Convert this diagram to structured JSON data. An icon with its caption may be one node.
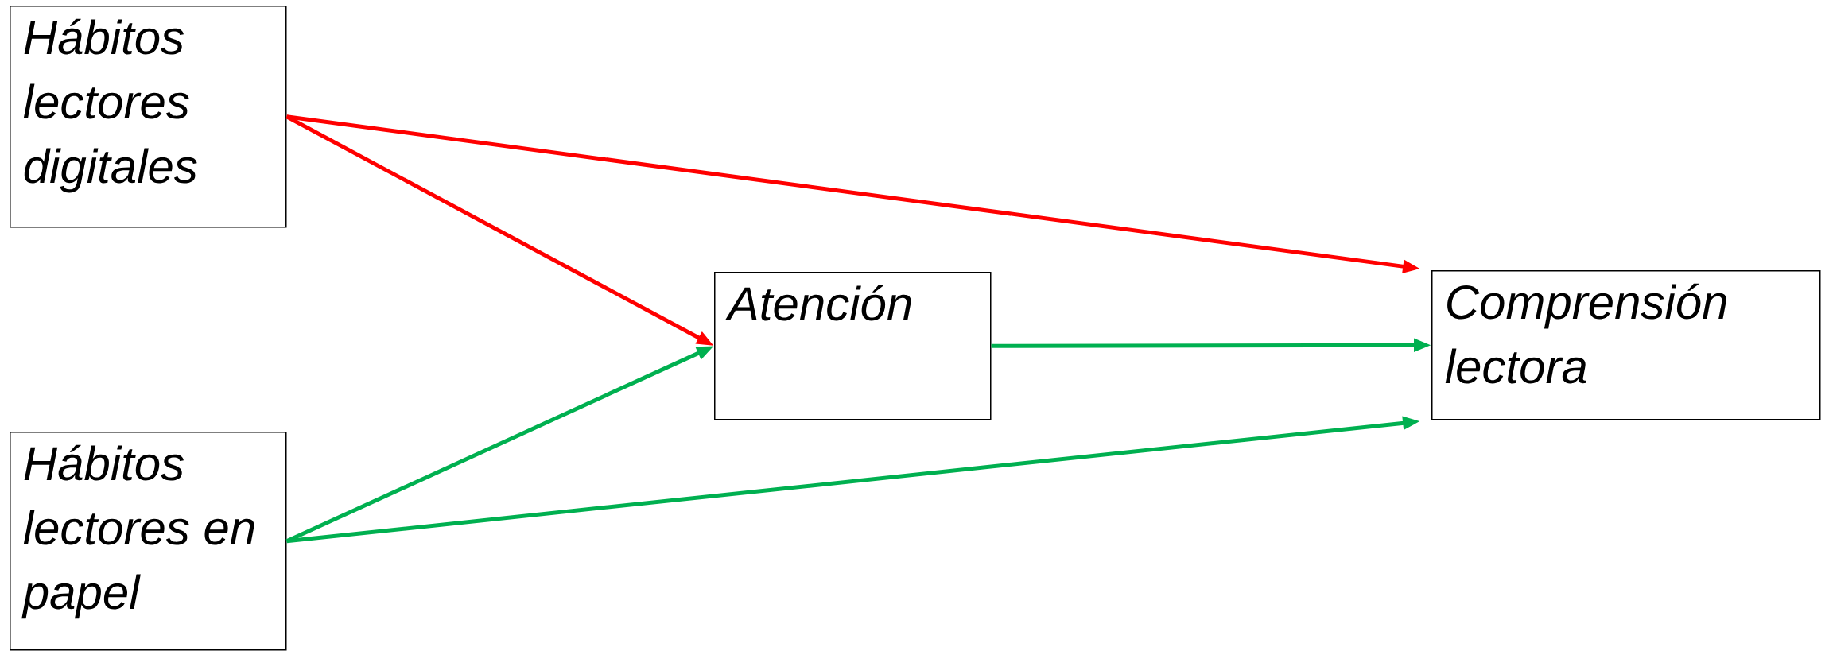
{
  "diagram": {
    "nodes": [
      {
        "text": [
          "Hábitos lectores digitales"
        ]
      },
      {
        "text": [
          "Atención"
        ]
      },
      {
        "text": [
          "Comprensión lectora"
        ]
      },
      {
        "text": [
          "Hábitos lectores en papel"
        ]
      }
    ],
    "edges": [
      {
        "from": 0,
        "to": 2,
        "arrow": "to",
        "color": "#ff0000"
      },
      {
        "from": 0,
        "to": 1,
        "arrow": "to",
        "color": "#ff0000"
      },
      {
        "from": 3,
        "to": 1,
        "arrow": "to"
      },
      {
        "from": 1,
        "to": 2,
        "arrow": "to"
      },
      {
        "from": 3,
        "to": 2,
        "arrow": "to"
      }
    ]
  }
}
